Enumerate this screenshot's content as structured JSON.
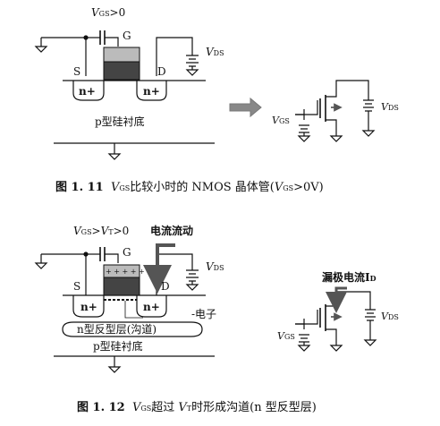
{
  "figure1": {
    "vgs_cond": "V",
    "vgs_cond_sub": "GS",
    "vgs_cond_tail": ">0",
    "gate": "G",
    "source": "S",
    "drain": "D",
    "n_plus_left": "n+",
    "n_plus_right": "n+",
    "vds": "V",
    "vds_sub": "DS",
    "substrate": "p型硅衬底",
    "circuit_vgs": "V",
    "circuit_vgs_sub": "GS",
    "circuit_vds": "V",
    "circuit_vds_sub": "DS",
    "caption_num": "图 1. 11",
    "caption_v": "V",
    "caption_v_sub": "GS",
    "caption_text": "比较小时的 NMOS 晶体管(",
    "caption_v2": "V",
    "caption_v2_sub": "GS",
    "caption_tail": ">0V)"
  },
  "figure2": {
    "vgs_cond": "V",
    "vgs_cond_sub": "GS",
    "vgs_cond_mid": ">V",
    "vgs_cond_sub2": "T",
    "vgs_cond_tail": ">0",
    "gate": "G",
    "current_flow": "电流流动",
    "source": "S",
    "drain": "D",
    "n_plus_left": "n+",
    "n_plus_right": "n+",
    "vds": "V",
    "vds_sub": "DS",
    "electron": "-电子",
    "inversion": "n型反型层(沟道)",
    "substrate": "p型硅衬底",
    "drain_current": "漏极电流I",
    "drain_current_sub": "D",
    "circuit_vgs": "V",
    "circuit_vgs_sub": "GS",
    "circuit_vds": "V",
    "circuit_vds_sub": "DS",
    "caption_num": "图 1. 12",
    "caption_v": "V",
    "caption_v_sub": "GS",
    "caption_text": "超过 ",
    "caption_vt": "V",
    "caption_vt_sub": "T",
    "caption_tail": "时形成沟道(n 型反型层)"
  }
}
